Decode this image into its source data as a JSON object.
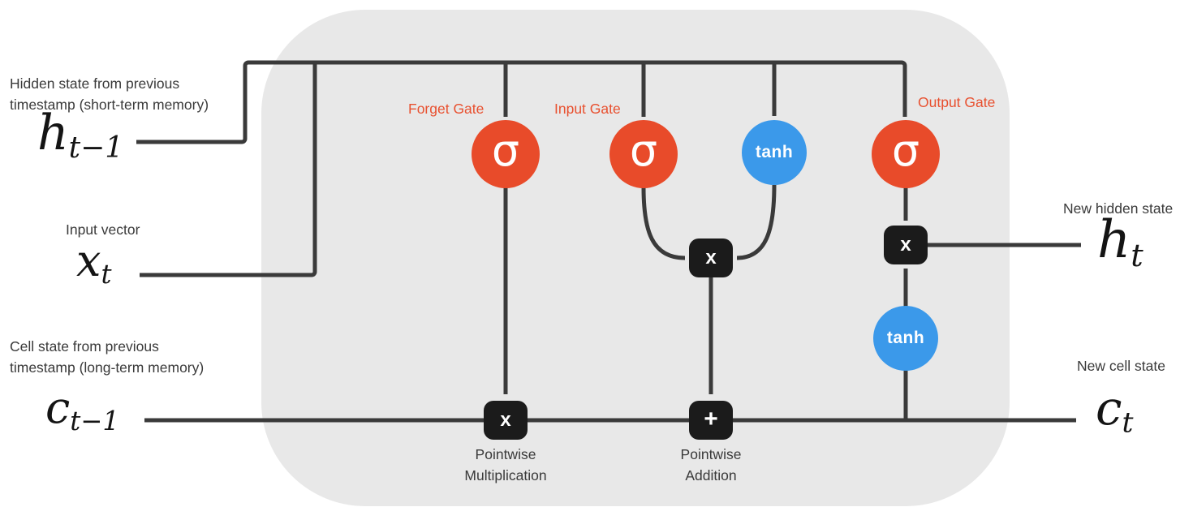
{
  "inputs": {
    "hidden_state": {
      "caption_line1": "Hidden state from previous",
      "caption_line2": "timestamp (short-term memory)",
      "symbol": "h",
      "subscript": "t−1"
    },
    "input_vector": {
      "caption": "Input vector",
      "symbol": "x",
      "subscript": "t"
    },
    "cell_state": {
      "caption_line1": "Cell state from previous",
      "caption_line2": "timestamp (long-term memory)",
      "symbol": "c",
      "subscript": "t−1"
    }
  },
  "gates": {
    "forget": {
      "label": "Forget Gate",
      "symbol": "σ"
    },
    "input": {
      "label": "Input Gate",
      "symbol": "σ"
    },
    "candidate": {
      "symbol": "tanh"
    },
    "output": {
      "label": "Output Gate",
      "symbol": "σ"
    }
  },
  "operations": {
    "input_multiply": {
      "symbol": "x"
    },
    "cell_multiply": {
      "symbol": "x",
      "caption_line1": "Pointwise",
      "caption_line2": "Multiplication"
    },
    "cell_add": {
      "symbol": "+",
      "caption_line1": "Pointwise",
      "caption_line2": "Addition"
    },
    "output_tanh": {
      "symbol": "tanh"
    },
    "output_multiply": {
      "symbol": "x"
    }
  },
  "outputs": {
    "new_hidden_state": {
      "caption": "New hidden state",
      "symbol": "h",
      "subscript": "t"
    },
    "new_cell_state": {
      "caption": "New cell state",
      "symbol": "c",
      "subscript": "t"
    }
  },
  "colors": {
    "gate_fill": "#e84b2a",
    "tanh_fill": "#3b99ea",
    "operation_fill": "#1b1b1b",
    "wire": "#3a3a3a",
    "cell_body": "#e8e8e8",
    "gate_label_text": "#e8502f",
    "caption_text": "#3a3a3a"
  }
}
